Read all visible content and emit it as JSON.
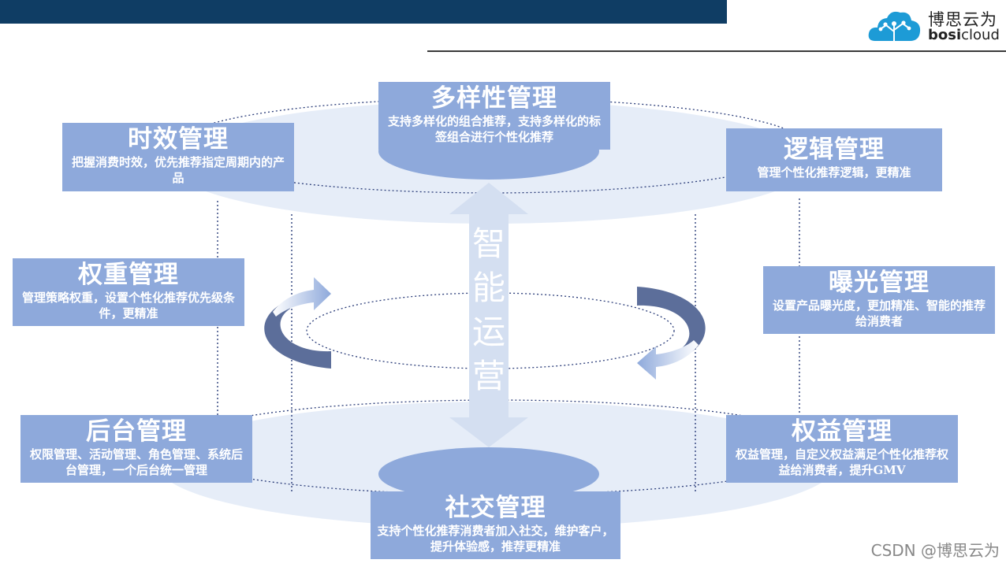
{
  "brand": {
    "name_cn": "博思云为",
    "name_en_bold": "bosi",
    "name_en_rest": "cloud",
    "accent": "#0f3d64",
    "card_color": "#8ea9db"
  },
  "center_label": [
    "智",
    "能",
    "运",
    "营"
  ],
  "cards": {
    "duoyang": {
      "title": "多样性管理",
      "desc": "支持多样化的组合推荐，支持多样化的标签组合进行个性化推荐"
    },
    "shixiao": {
      "title": "时效管理",
      "desc": "把握消费时效，优先推荐指定周期内的产品"
    },
    "luoji": {
      "title": "逻辑管理",
      "desc": "管理个性化推荐逻辑，更精准"
    },
    "quanzhong": {
      "title": "权重管理",
      "desc": "管理策略权重，设置个性化推荐优先级条件，更精准"
    },
    "baoguang": {
      "title": "曝光管理",
      "desc": "设置产品曝光度，更加精准、智能的推荐给消费者"
    },
    "houtai": {
      "title": "后台管理",
      "desc": "权限管理、活动管理、角色管理、系统后台管理，一个后台统一管理"
    },
    "quanyi": {
      "title": "权益管理",
      "desc": "权益管理，自定义权益满足个性化推荐权益给消费者，提升GMV"
    },
    "shejiao": {
      "title": "社交管理",
      "desc": "支持个性化推荐消费者加入社交，维护客户，提升体验感，推荐更精准"
    }
  },
  "watermark": "CSDN @博思云为"
}
